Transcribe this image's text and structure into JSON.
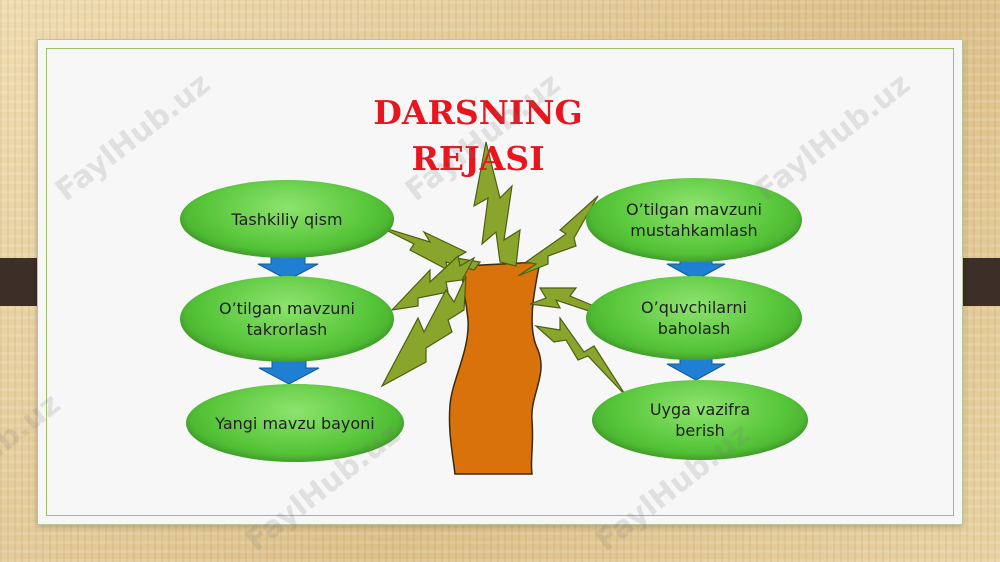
{
  "title_line1": "DARSNING",
  "title_line2": "REJASI",
  "watermark": "FaylHub.uz",
  "left_steps": [
    "Tashkiliy qism",
    "O’tilgan mavzuni takrorlash",
    "Yangi mavzu bayoni"
  ],
  "right_steps": [
    "O’tilgan mavzuni mustahkamlash",
    "O’quvchilarni baholash",
    "Uyga vazifra berish"
  ],
  "colors": {
    "title": "#e8141e",
    "node_green": "#57c63a",
    "arrow_blue": "#1f7fd2",
    "trunk": "#d9720a",
    "leaf": "#8aa52c",
    "frame_band": "#3b2f27"
  }
}
